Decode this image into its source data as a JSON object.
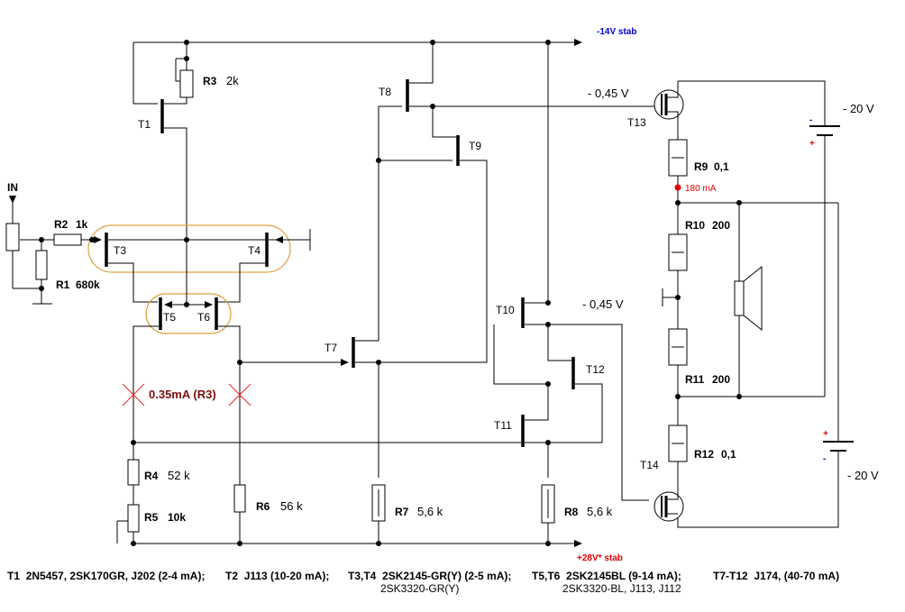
{
  "input_label": "IN",
  "rails": {
    "top": "-14V stab",
    "bottom": "+28V* stab"
  },
  "batteries": [
    {
      "voltage": "- 20 V"
    },
    {
      "voltage": "- 20 V"
    }
  ],
  "battery_polarity": {
    "plus": "+",
    "minus": "-"
  },
  "gate_voltages": [
    "- 0,45 V",
    "- 0,45 V"
  ],
  "current_note": "180 mA",
  "bias_note": "0.35mA (R3)",
  "resistors": [
    {
      "ref": "R1",
      "value": "680k"
    },
    {
      "ref": "R2",
      "value": "1k"
    },
    {
      "ref": "R3",
      "value": "2k"
    },
    {
      "ref": "R4",
      "value": "52 k"
    },
    {
      "ref": "R5",
      "value": "10k"
    },
    {
      "ref": "R6",
      "value": "56 k"
    },
    {
      "ref": "R7",
      "value": "5,6 k"
    },
    {
      "ref": "R8",
      "value": "5,6 k"
    },
    {
      "ref": "R9",
      "value": "0,1"
    },
    {
      "ref": "R10",
      "value": "200"
    },
    {
      "ref": "R11",
      "value": "200"
    },
    {
      "ref": "R12",
      "value": "0,1"
    }
  ],
  "transistors": [
    "T1",
    "T3",
    "T4",
    "T5",
    "T6",
    "T7",
    "T8",
    "T9",
    "T10",
    "T11",
    "T12",
    "T13",
    "T14"
  ],
  "bom": [
    {
      "ref": "T1",
      "parts": "2N5457, 2SK170GR, J202 (2-4 mA);",
      "alt": ""
    },
    {
      "ref": "T2",
      "parts": "J113 (10-20 mA);",
      "alt": ""
    },
    {
      "ref": "T3,T4",
      "parts": "2SK2145-GR(Y) (2-5 mA);",
      "alt": "2SK3320-GR(Y)"
    },
    {
      "ref": "T5,T6",
      "parts": "2SK2145BL (9-14 mA);",
      "alt": "2SK3320-BL, J113, J112"
    },
    {
      "ref": "T7-T12",
      "parts": "J174, (40-70 mA)",
      "alt": ""
    }
  ]
}
